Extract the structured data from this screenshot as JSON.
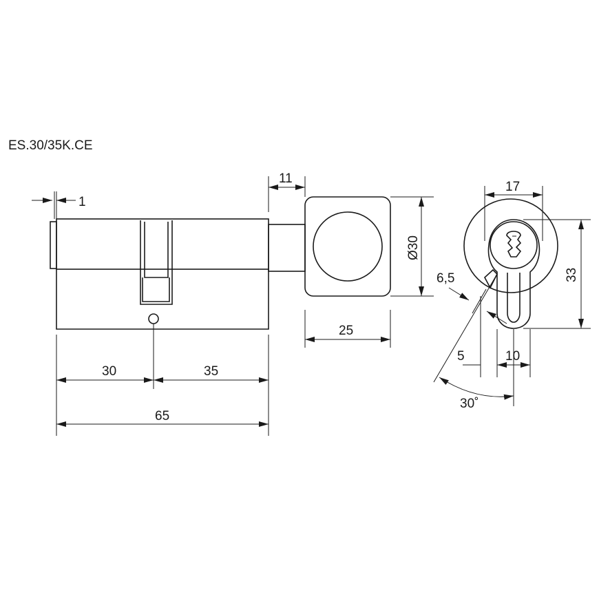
{
  "title": "ES.30/35K.CE",
  "dimensions": {
    "tip_offset": "1",
    "shaft_length": "11",
    "knob_diameter": "Ø30",
    "knob_width": "25",
    "left_length": "30",
    "right_length": "35",
    "total_length": "65",
    "profile_width": "17",
    "profile_height": "33",
    "cam_width": "6,5",
    "offset_5": "5",
    "offset_10": "10",
    "angle": "30˚"
  }
}
